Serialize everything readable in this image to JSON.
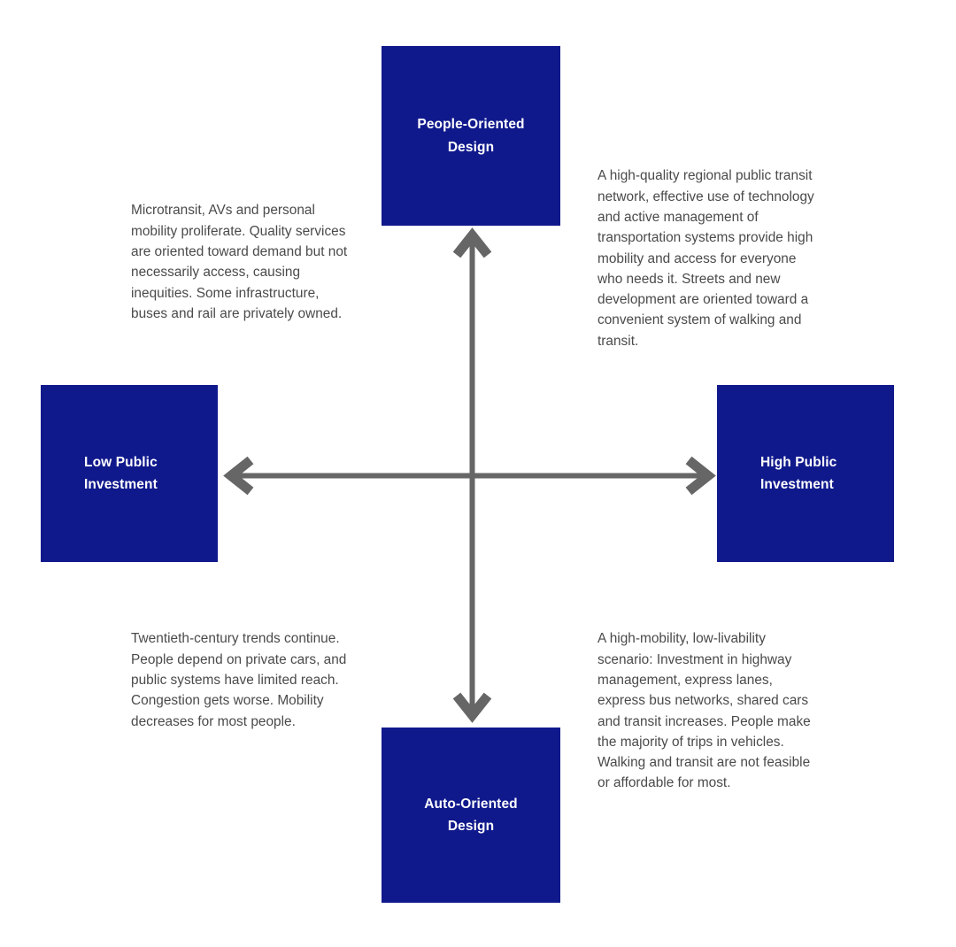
{
  "diagram": {
    "type": "two-by-two-matrix",
    "background_color": "#ffffff",
    "box_color": "#10198C",
    "box_text_color": "#ffffff",
    "arrow_color": "#666666",
    "body_text_color": "#4a4a4a"
  },
  "axes": {
    "vertical": {
      "top_label": "People-Oriented\nDesign",
      "bottom_label": "Auto-Oriented\nDesign"
    },
    "horizontal": {
      "left_label": "Low Public\nInvestment",
      "right_label": "High Public\nInvestment"
    }
  },
  "quadrants": {
    "top_left": {
      "name": "people-oriented-low-investment",
      "text": "Microtransit, AVs and personal mobility proliferate. Quality services are oriented toward demand but not necessarily access, causing inequities. Some infrastructure, buses and rail are privately owned."
    },
    "top_right": {
      "name": "people-oriented-high-investment",
      "text": "A high-quality regional public transit network, effective use of technology and active management of transportation systems provide high mobility and access for everyone who needs it. Streets and new development are oriented toward a convenient system of walking and transit."
    },
    "bottom_left": {
      "name": "auto-oriented-low-investment",
      "text": "Twentieth-century trends continue. People depend on private cars, and public systems have limited reach. Congestion gets worse. Mobility decreases for most people."
    },
    "bottom_right": {
      "name": "auto-oriented-high-investment",
      "text": "A high-mobility, low-livability scenario: Investment in highway management, express lanes, express bus networks, shared cars and transit increases. People make the majority of trips in vehicles. Walking and transit are not feasible or affordable for most."
    }
  }
}
